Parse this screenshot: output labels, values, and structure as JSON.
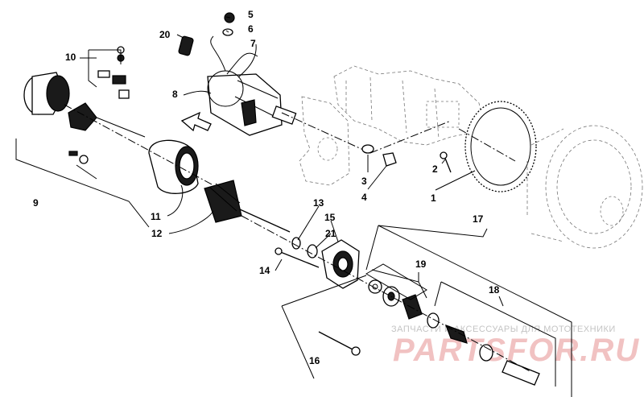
{
  "callouts": [
    {
      "id": "c1",
      "text": "1"
    },
    {
      "id": "c2",
      "text": "2"
    },
    {
      "id": "c3",
      "text": "3"
    },
    {
      "id": "c4",
      "text": "4"
    },
    {
      "id": "c5",
      "text": "5"
    },
    {
      "id": "c6",
      "text": "6"
    },
    {
      "id": "c7",
      "text": "7"
    },
    {
      "id": "c8",
      "text": "8"
    },
    {
      "id": "c9",
      "text": "9"
    },
    {
      "id": "c10",
      "text": "10"
    },
    {
      "id": "c11",
      "text": "11"
    },
    {
      "id": "c12",
      "text": "12"
    },
    {
      "id": "c13",
      "text": "13"
    },
    {
      "id": "c14",
      "text": "14"
    },
    {
      "id": "c15",
      "text": "15"
    },
    {
      "id": "c16",
      "text": "16"
    },
    {
      "id": "c17",
      "text": "17"
    },
    {
      "id": "c18",
      "text": "18"
    },
    {
      "id": "c19",
      "text": "19"
    },
    {
      "id": "c20",
      "text": "20"
    },
    {
      "id": "c21",
      "text": "21"
    }
  ],
  "watermark": {
    "tagline": "ЗАПЧАСТИ И АКСЕССУАРЫ ДЛЯ МОТОТЕХНИКИ",
    "logo": "PARTSFOR.RU"
  }
}
